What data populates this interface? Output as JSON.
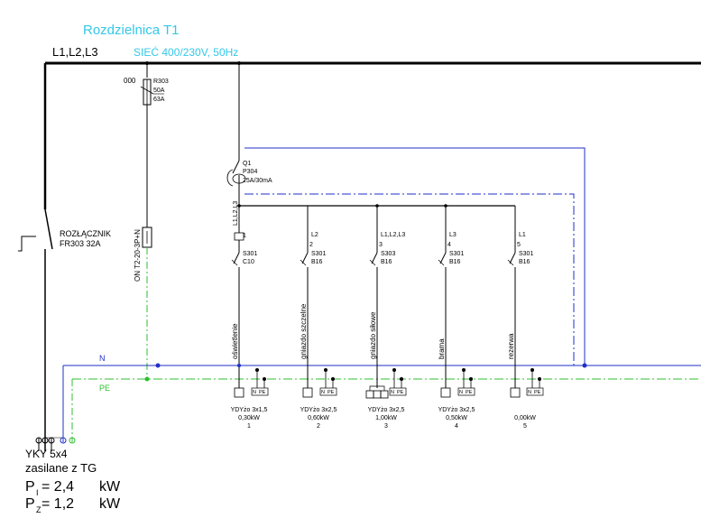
{
  "header": {
    "title": "Rozdzielnica T1",
    "phases": "L1,L2,L3",
    "network": "SIEĆ 400/230V, 50Hz"
  },
  "main_fuse": {
    "label": "000",
    "ref": "R303",
    "ratings": [
      "50A",
      "63A"
    ]
  },
  "switch_disconnector": {
    "name": "ROZŁĄCZNIK",
    "model": "FR303 32A"
  },
  "surge_arrester": {
    "label": "ON T2-20-3P+N"
  },
  "rcd": {
    "id": "Q1",
    "model": "P304",
    "rating": "25A/30mA"
  },
  "buses": {
    "neutral": "N",
    "protective": "PE"
  },
  "feed": {
    "cable": "YKY 5x4",
    "source_text": "zasilane  z  TG",
    "p1_prefix": "P",
    "p1_sub": "I",
    "p1_value": "= 2,4",
    "p1_unit": "kW",
    "p2_prefix": "P",
    "p2_sub": "Z",
    "p2_value": "= 1,2",
    "p2_unit": "kW"
  },
  "terminal_labels": {
    "n": "N",
    "pe": "PE"
  },
  "circuits": [
    {
      "phase": "L1,L2,L3",
      "number": "1",
      "breaker": "S301",
      "rating": "C10",
      "name": "oświetlenie",
      "cable": "YDYżo  3x1,5",
      "power": "0,30kW",
      "circuit_no": "1"
    },
    {
      "phase": "L2",
      "number": "2",
      "breaker": "S301",
      "rating": "B16",
      "name": "gniazdo  szczelne",
      "cable": "YDYżo  3x2,5",
      "power": "0,60kW",
      "circuit_no": "2"
    },
    {
      "phase": "L1,L2,L3",
      "number": "3",
      "breaker": "S303",
      "rating": "B16",
      "name": "gniazdo  siłowe",
      "cable": "YDYżo  3x2,5",
      "power": "1,00kW",
      "circuit_no": "3"
    },
    {
      "phase": "L3",
      "number": "4",
      "breaker": "S301",
      "rating": "B16",
      "name": "brama",
      "cable": "YDYżo  3x2,5",
      "power": "0,50kW",
      "circuit_no": "4"
    },
    {
      "phase": "L1",
      "number": "5",
      "breaker": "S301",
      "rating": "B16",
      "name": "rezerwa",
      "cable": "",
      "power": "0,00kW",
      "circuit_no": "5"
    }
  ]
}
